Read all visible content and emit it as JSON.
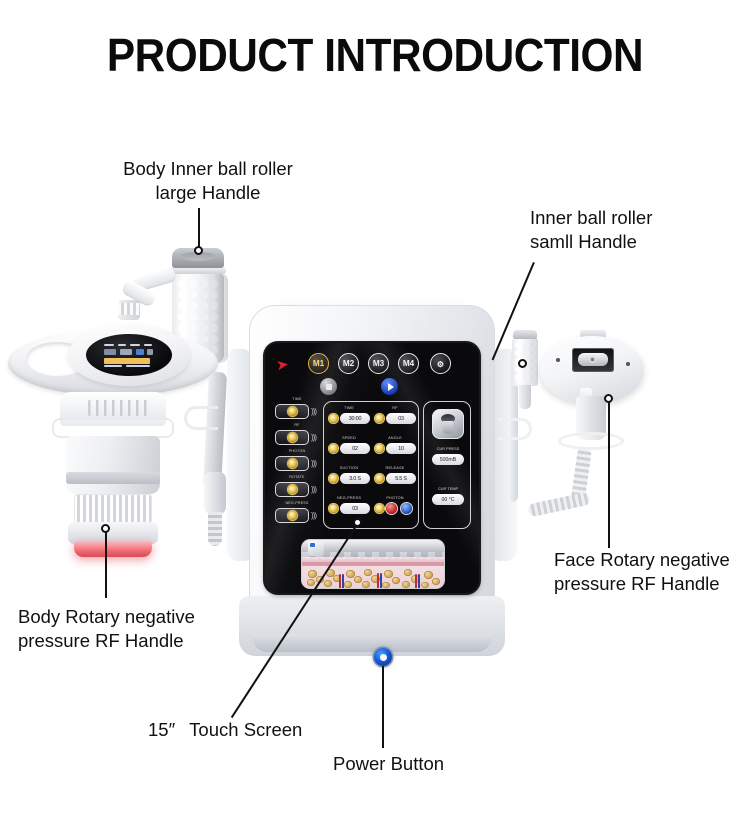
{
  "page": {
    "title": "PRODUCT INTRODUCTION"
  },
  "callouts": [
    {
      "id": "body-inner-ball-roller-large-handle",
      "line1": "Body Inner ball roller",
      "line2": "large Handle"
    },
    {
      "id": "inner-ball-roller-small-handle",
      "line1": "Inner ball roller",
      "line2": "samll Handle"
    },
    {
      "id": "face-rotary-negative-pressure-rf-handle",
      "line1": "Face Rotary negative",
      "line2": "pressure RF Handle"
    },
    {
      "id": "body-rotary-negative-pressure-rf-handle",
      "line1": "Body Rotary negative",
      "line2": "pressure RF Handle"
    },
    {
      "id": "touch-screen",
      "line1": "15″  Touch Screen",
      "line2": ""
    },
    {
      "id": "power-button",
      "line1": "Power Button",
      "line2": ""
    }
  ],
  "screen": {
    "brand_logo": "red-arrow-logo",
    "memory_buttons": [
      {
        "label": "M1",
        "active": true
      },
      {
        "label": "M2",
        "active": false
      },
      {
        "label": "M3",
        "active": false
      },
      {
        "label": "M4",
        "active": false
      }
    ],
    "settings_icon": "settings-lock-icon",
    "stop_button": "stop-icon",
    "play_button": "play-icon",
    "mode_list": [
      {
        "label": "TIME"
      },
      {
        "label": "RF"
      },
      {
        "label": "PHOTON"
      },
      {
        "label": "ROTATE"
      },
      {
        "label": "NEG-PRESS"
      }
    ],
    "parameters": [
      {
        "label": "TIME",
        "value": "30:00"
      },
      {
        "label": "RF",
        "value": "03"
      },
      {
        "label": "SPEED",
        "value": "02"
      },
      {
        "label": "ANGLE",
        "value": "10"
      },
      {
        "label": "SUCTION",
        "value": "3.0 S"
      },
      {
        "label": "RELEASE",
        "value": "5.5 S"
      },
      {
        "label": "NEG-PRESS",
        "value": "03"
      }
    ],
    "photon": {
      "label": "PHOTON",
      "lamp_red": "red-photon-lamp",
      "lamp_blue": "blue-photon-lamp"
    },
    "status": [
      {
        "label": "CUR PRESS",
        "value": "500mB"
      },
      {
        "label": "CUR TEMP",
        "value": "00 °C"
      }
    ],
    "illustration": "skin-cross-section-diagram"
  },
  "colors": {
    "accent_gold": "#e8c14a",
    "accent_blue": "#1357d8",
    "logo_red": "#d4232a",
    "led_red": "#f06069",
    "screen_black": "#0a0a0c",
    "shell_white": "#f4f5f7"
  }
}
